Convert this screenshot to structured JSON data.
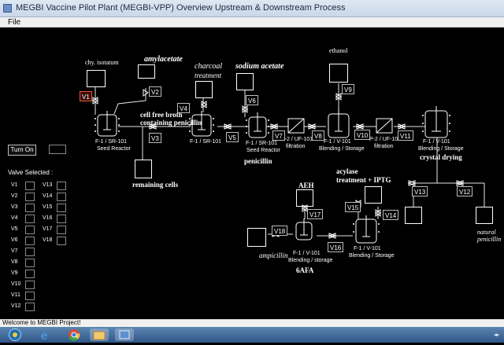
{
  "window": {
    "title": "MEGBI Vaccine Pilot Plant (MEGBI-VPP) Overview Upstream & Downstream Process"
  },
  "menu": {
    "file": "File"
  },
  "controls": {
    "turn_on": "Turn On",
    "valve_selected_title": "Valve Selected :"
  },
  "valve_list": [
    "V1",
    "V2",
    "V3",
    "V4",
    "V5",
    "V6",
    "V7",
    "V8",
    "V9",
    "V10",
    "V11",
    "V12",
    "V13",
    "V14",
    "V15",
    "V16",
    "V17",
    "V18"
  ],
  "inputs": {
    "chy_isotatum": "chy. isotatum",
    "amylacetate": "amylacetate",
    "charcoal": "charcoal",
    "treatment": "treatment",
    "sodium_acetate": "sodium acetate",
    "ethanol": "ethanol",
    "cell_free_line1": "cell free broth",
    "cell_free_line2": "containing penicillin",
    "remaining_cells": "remaining cells",
    "penicillin": "penicillin",
    "crystal_drying": "crystal drying",
    "aeh": "AEH",
    "acylase_line1": "acylase",
    "acylase_line2": "treatment + IPTG",
    "ampicillin": "ampicillin",
    "sixafa": "6AFA",
    "natural_line1": "natural",
    "natural_line2": "penicillin"
  },
  "equipment": {
    "seed_reactor_tag": "F-1 / SR-101",
    "seed_reactor_name": "Seed Reactor",
    "sr101_tag": "F-1 / SR-101",
    "seed_reactor2_tag": "F-1 / SR-101",
    "seed_reactor2_name": "Seed Reactor",
    "filter1_tag": "P-2 / UF-101",
    "filter1_name": "filtration",
    "blend1_tag": "F-1 / V-101",
    "blend1_name": "Blending / Storage",
    "filter2_tag": "P-2 / UF-101",
    "filter2_name": "filtration",
    "blend2_tag": "F-1 / V-101",
    "blend2_name": "Blending / Storage",
    "blend3_tag": "F-1 / V-101",
    "blend3_name": "Blending / storage",
    "blend4_tag": "F-1 / V-101",
    "blend4_name": "Blending / Storage"
  },
  "valves": {
    "v1": "V1",
    "v2": "V2",
    "v3": "V3",
    "v4": "V4",
    "v5": "V5",
    "v6": "V6",
    "v7": "V7",
    "v8": "V8",
    "v9": "V9",
    "v10": "V10",
    "v11": "V11",
    "v12": "V12",
    "v13": "V13",
    "v14": "V14",
    "v15": "V15",
    "v16": "V16",
    "v17": "V17",
    "v18": "V18"
  },
  "active_valve": "V1",
  "status": {
    "message": "Welcome to MEGBI Project!"
  },
  "colors": {
    "active_valve_border": "#e5533d",
    "canvas_bg": "#000000"
  },
  "taskbar": {
    "icons": [
      "start-orb-icon",
      "ie-icon",
      "chrome-icon",
      "explorer-icon",
      "app-icon"
    ]
  }
}
